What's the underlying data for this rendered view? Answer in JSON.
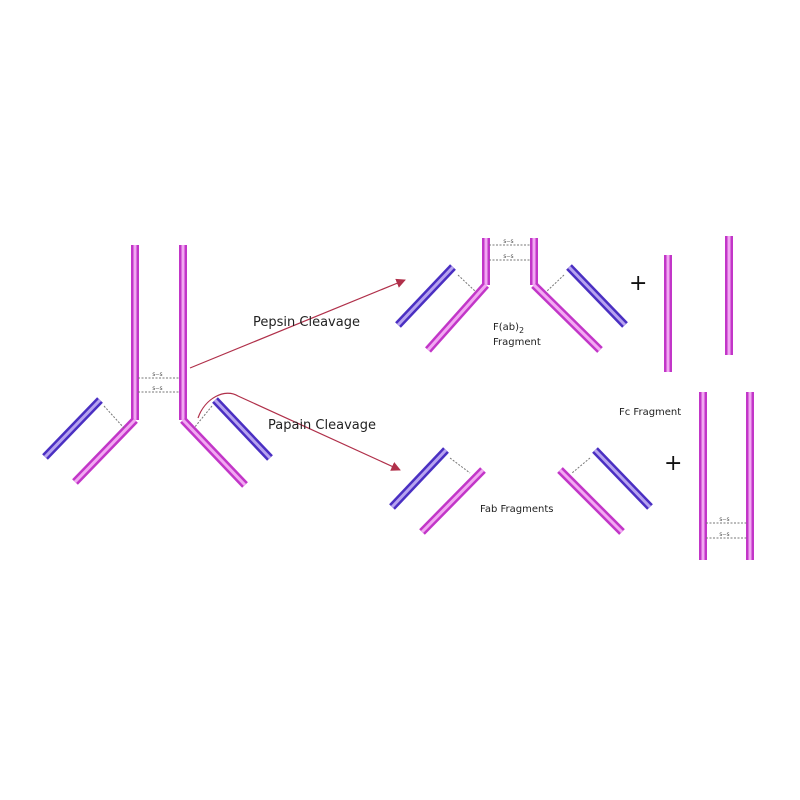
{
  "labels": {
    "pepsin": "Pepsin Cleavage",
    "papain": "Papain Cleavage",
    "fab2_main": "F(ab)",
    "fab2_sub": "2",
    "fab2_fragment": "Fragment",
    "fc_fragment": "Fc Fragment",
    "fab_fragments": "Fab Fragments",
    "plus": "+",
    "disulfide": "s–s"
  },
  "colors": {
    "heavy_chain_fill": "#f2a8f2",
    "heavy_chain_stroke": "#c236c8",
    "light_chain_fill": "#b7a3f0",
    "light_chain_stroke": "#4a2fc2",
    "bond": "#777777",
    "arrow": "#b0304a"
  }
}
